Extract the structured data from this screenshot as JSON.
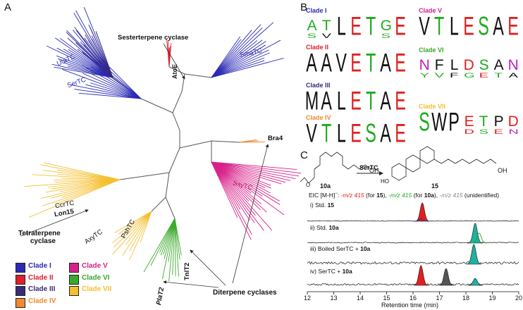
{
  "panels": {
    "a": "A",
    "b": "B",
    "c": "C"
  },
  "tree": {
    "labels": {
      "sesterterpene": "Sesterterpene cyclase",
      "atoe": "AtoE",
      "smatc": "SmaTC",
      "utatc": "UtaTC",
      "sertc": "SerTC",
      "bra4": "Bra4",
      "ssytc": "SsyTC",
      "ccrtc": "CcrTC",
      "lon15": "Lon15",
      "axytc": "AxyTC",
      "pshtc": "PshTC",
      "tnlt2": "TnlT2",
      "plat2": "PlaT2",
      "tetraterpene1": "Tetraterpene",
      "tetraterpene2": "cyclase",
      "diterpene": "Diterpene cyclases"
    },
    "colors": {
      "clade1": "#2b2bb5",
      "clade2": "#e0202a",
      "clade3": "#3a2a7a",
      "clade4": "#f08a30",
      "clade5": "#d8208a",
      "clade6": "#3aaa2a",
      "clade7": "#f5c030",
      "trunk": "#555555"
    }
  },
  "legend": [
    {
      "label": "Clade I",
      "color": "#2b2bb5",
      "text_color": "#2b2bb5"
    },
    {
      "label": "Clade II",
      "color": "#e0202a",
      "text_color": "#e0202a"
    },
    {
      "label": "Clade III",
      "color": "#3a2a7a",
      "text_color": "#3a2a7a"
    },
    {
      "label": "Clade IV",
      "color": "#f08a30",
      "text_color": "#f08a30"
    },
    {
      "label": "Clade V",
      "color": "#d8208a",
      "text_color": "#d8208a"
    },
    {
      "label": "Clade VI",
      "color": "#3aaa2a",
      "text_color": "#3aaa2a"
    },
    {
      "label": "Clade VII",
      "color": "#f5c030",
      "text_color": "#f5c030"
    }
  ],
  "logos": [
    {
      "clade": "Clade I",
      "clade_color": "#2b2bb5",
      "letters": [
        {
          "top": "A",
          "bottom": "S",
          "ct": "#1faa1f",
          "cb": "#1faa1f"
        },
        {
          "top": "T",
          "bottom": "V",
          "ct": "#1faa1f",
          "cb": "#111111"
        },
        {
          "top": "L",
          "ct": "#111111"
        },
        {
          "top": "E",
          "ct": "#e02020"
        },
        {
          "top": "T",
          "ct": "#1faa1f"
        },
        {
          "top": "G",
          "bottom": "S",
          "ct": "#1faa1f",
          "cb": "#1faa1f"
        },
        {
          "top": "E",
          "ct": "#e02020"
        }
      ]
    },
    {
      "clade": "Clade II",
      "clade_color": "#e0202a",
      "letters": [
        {
          "top": "A",
          "ct": "#111111"
        },
        {
          "top": "A",
          "ct": "#111111"
        },
        {
          "top": "V",
          "ct": "#111111"
        },
        {
          "top": "E",
          "ct": "#e02020"
        },
        {
          "top": "T",
          "ct": "#1faa1f"
        },
        {
          "top": "A",
          "ct": "#111111"
        },
        {
          "top": "E",
          "ct": "#e02020"
        }
      ]
    },
    {
      "clade": "Clade III",
      "clade_color": "#3a2a7a",
      "letters": [
        {
          "top": "M",
          "ct": "#111111"
        },
        {
          "top": "A",
          "ct": "#111111"
        },
        {
          "top": "L",
          "ct": "#111111"
        },
        {
          "top": "E",
          "ct": "#e02020"
        },
        {
          "top": "T",
          "ct": "#1faa1f"
        },
        {
          "top": "A",
          "ct": "#111111"
        },
        {
          "top": "E",
          "ct": "#e02020"
        }
      ]
    },
    {
      "clade": "Clade IV",
      "clade_color": "#f08a30",
      "letters": [
        {
          "top": "V",
          "ct": "#111111"
        },
        {
          "top": "T",
          "ct": "#1faa1f"
        },
        {
          "top": "L",
          "ct": "#111111"
        },
        {
          "top": "E",
          "ct": "#e02020"
        },
        {
          "top": "S",
          "ct": "#1faa1f"
        },
        {
          "top": "A",
          "ct": "#111111"
        },
        {
          "top": "E",
          "ct": "#e02020"
        }
      ]
    },
    {
      "clade": "Clade V",
      "clade_color": "#d8208a",
      "letters": [
        {
          "top": "V",
          "ct": "#111111"
        },
        {
          "top": "T",
          "ct": "#1faa1f"
        },
        {
          "top": "L",
          "ct": "#111111"
        },
        {
          "top": "E",
          "ct": "#e02020"
        },
        {
          "top": "S",
          "ct": "#1faa1f"
        },
        {
          "top": "A",
          "ct": "#111111"
        },
        {
          "top": "E",
          "ct": "#e02020"
        }
      ]
    },
    {
      "clade": "Clade VI",
      "clade_color": "#3aaa2a",
      "letters": [
        {
          "top": "N",
          "bottom": "Y",
          "ct": "#c020c0",
          "cb": "#1faa1f"
        },
        {
          "top": "F",
          "bottom": "V",
          "ct": "#111111",
          "cb": "#1faa1f"
        },
        {
          "top": "L",
          "bottom": "F",
          "ct": "#111111",
          "cb": "#111111"
        },
        {
          "top": "D",
          "bottom": "G",
          "ct": "#e02020",
          "cb": "#1faa1f"
        },
        {
          "top": "S",
          "bottom": "E",
          "ct": "#1faa1f",
          "cb": "#e02020"
        },
        {
          "top": "A",
          "bottom": "T",
          "ct": "#111111",
          "cb": "#1faa1f"
        },
        {
          "top": "N",
          "bottom": "A",
          "ct": "#c020c0",
          "cb": "#111111"
        }
      ]
    },
    {
      "clade": "Clade VII",
      "clade_color": "#f5c030",
      "letters": [
        {
          "top": "S",
          "ct": "#1faa1f"
        },
        {
          "top": "W",
          "ct": "#111111"
        },
        {
          "top": "P",
          "ct": "#111111"
        },
        {
          "top": "E",
          "bottom": "D",
          "ct": "#e02020",
          "cb": "#e02020"
        },
        {
          "top": "T",
          "bottom": "S",
          "ct": "#1faa1f",
          "cb": "#1faa1f"
        },
        {
          "top": "P",
          "bottom": "E",
          "ct": "#111111",
          "cb": "#e02020"
        },
        {
          "top": "D",
          "bottom": "N",
          "ct": "#e02020",
          "cb": "#c020c0"
        }
      ]
    }
  ],
  "scheme": {
    "compound_left": "10a",
    "compound_right": "15",
    "enzyme": "SerTC",
    "cooh": "OH",
    "o": "O",
    "ho": "HO",
    "h": "H"
  },
  "eic": {
    "prefix": "EIC [M-H]",
    "charge": "−",
    "part1": ": ",
    "red": "-m/z 415",
    "red_note": " (for ",
    "red_compound": "15",
    "mid": "), ",
    "green": "-m/z 415",
    "green_note": " (for ",
    "green_compound": "10a",
    "end": "), ",
    "gray": "-m/z 415",
    "gray_note": " (unidentified)"
  },
  "traces": [
    {
      "label": "i) Std. ",
      "bold": "15"
    },
    {
      "label": "ii) Std. ",
      "bold": "10a"
    },
    {
      "label": "iii) Boiled SerTC + ",
      "bold": "10a"
    },
    {
      "label": "iv) SerTC + ",
      "bold": "10a"
    }
  ],
  "chart_data": {
    "type": "line",
    "xlabel": "Retention time (min)",
    "xlim": [
      12,
      20
    ],
    "x_ticks": [
      12,
      13,
      14,
      15,
      16,
      17,
      18,
      19,
      20
    ],
    "series": [
      {
        "trace": "i",
        "peaks": [
          {
            "x": 16.35,
            "height": 1.0,
            "color": "#e02020",
            "fill": true
          },
          {
            "x": 16.3,
            "height": 0.12,
            "color": "#2b2bb5"
          }
        ]
      },
      {
        "trace": "ii",
        "peaks": [
          {
            "x": 18.35,
            "height": 1.0,
            "color": "#20b0a0",
            "fill": true
          },
          {
            "x": 18.5,
            "height": 0.5,
            "color": "#1faa1f"
          }
        ]
      },
      {
        "trace": "iii",
        "peaks": [
          {
            "x": 18.3,
            "height": 1.0,
            "color": "#20b0a0",
            "fill": true
          }
        ]
      },
      {
        "trace": "iv",
        "peaks": [
          {
            "x": 16.3,
            "height": 1.0,
            "color": "#e02020",
            "fill": true
          },
          {
            "x": 17.25,
            "height": 0.85,
            "color": "#555555",
            "fill": true
          },
          {
            "x": 18.35,
            "height": 0.35,
            "color": "#20b0a0",
            "fill": true
          }
        ]
      }
    ]
  }
}
